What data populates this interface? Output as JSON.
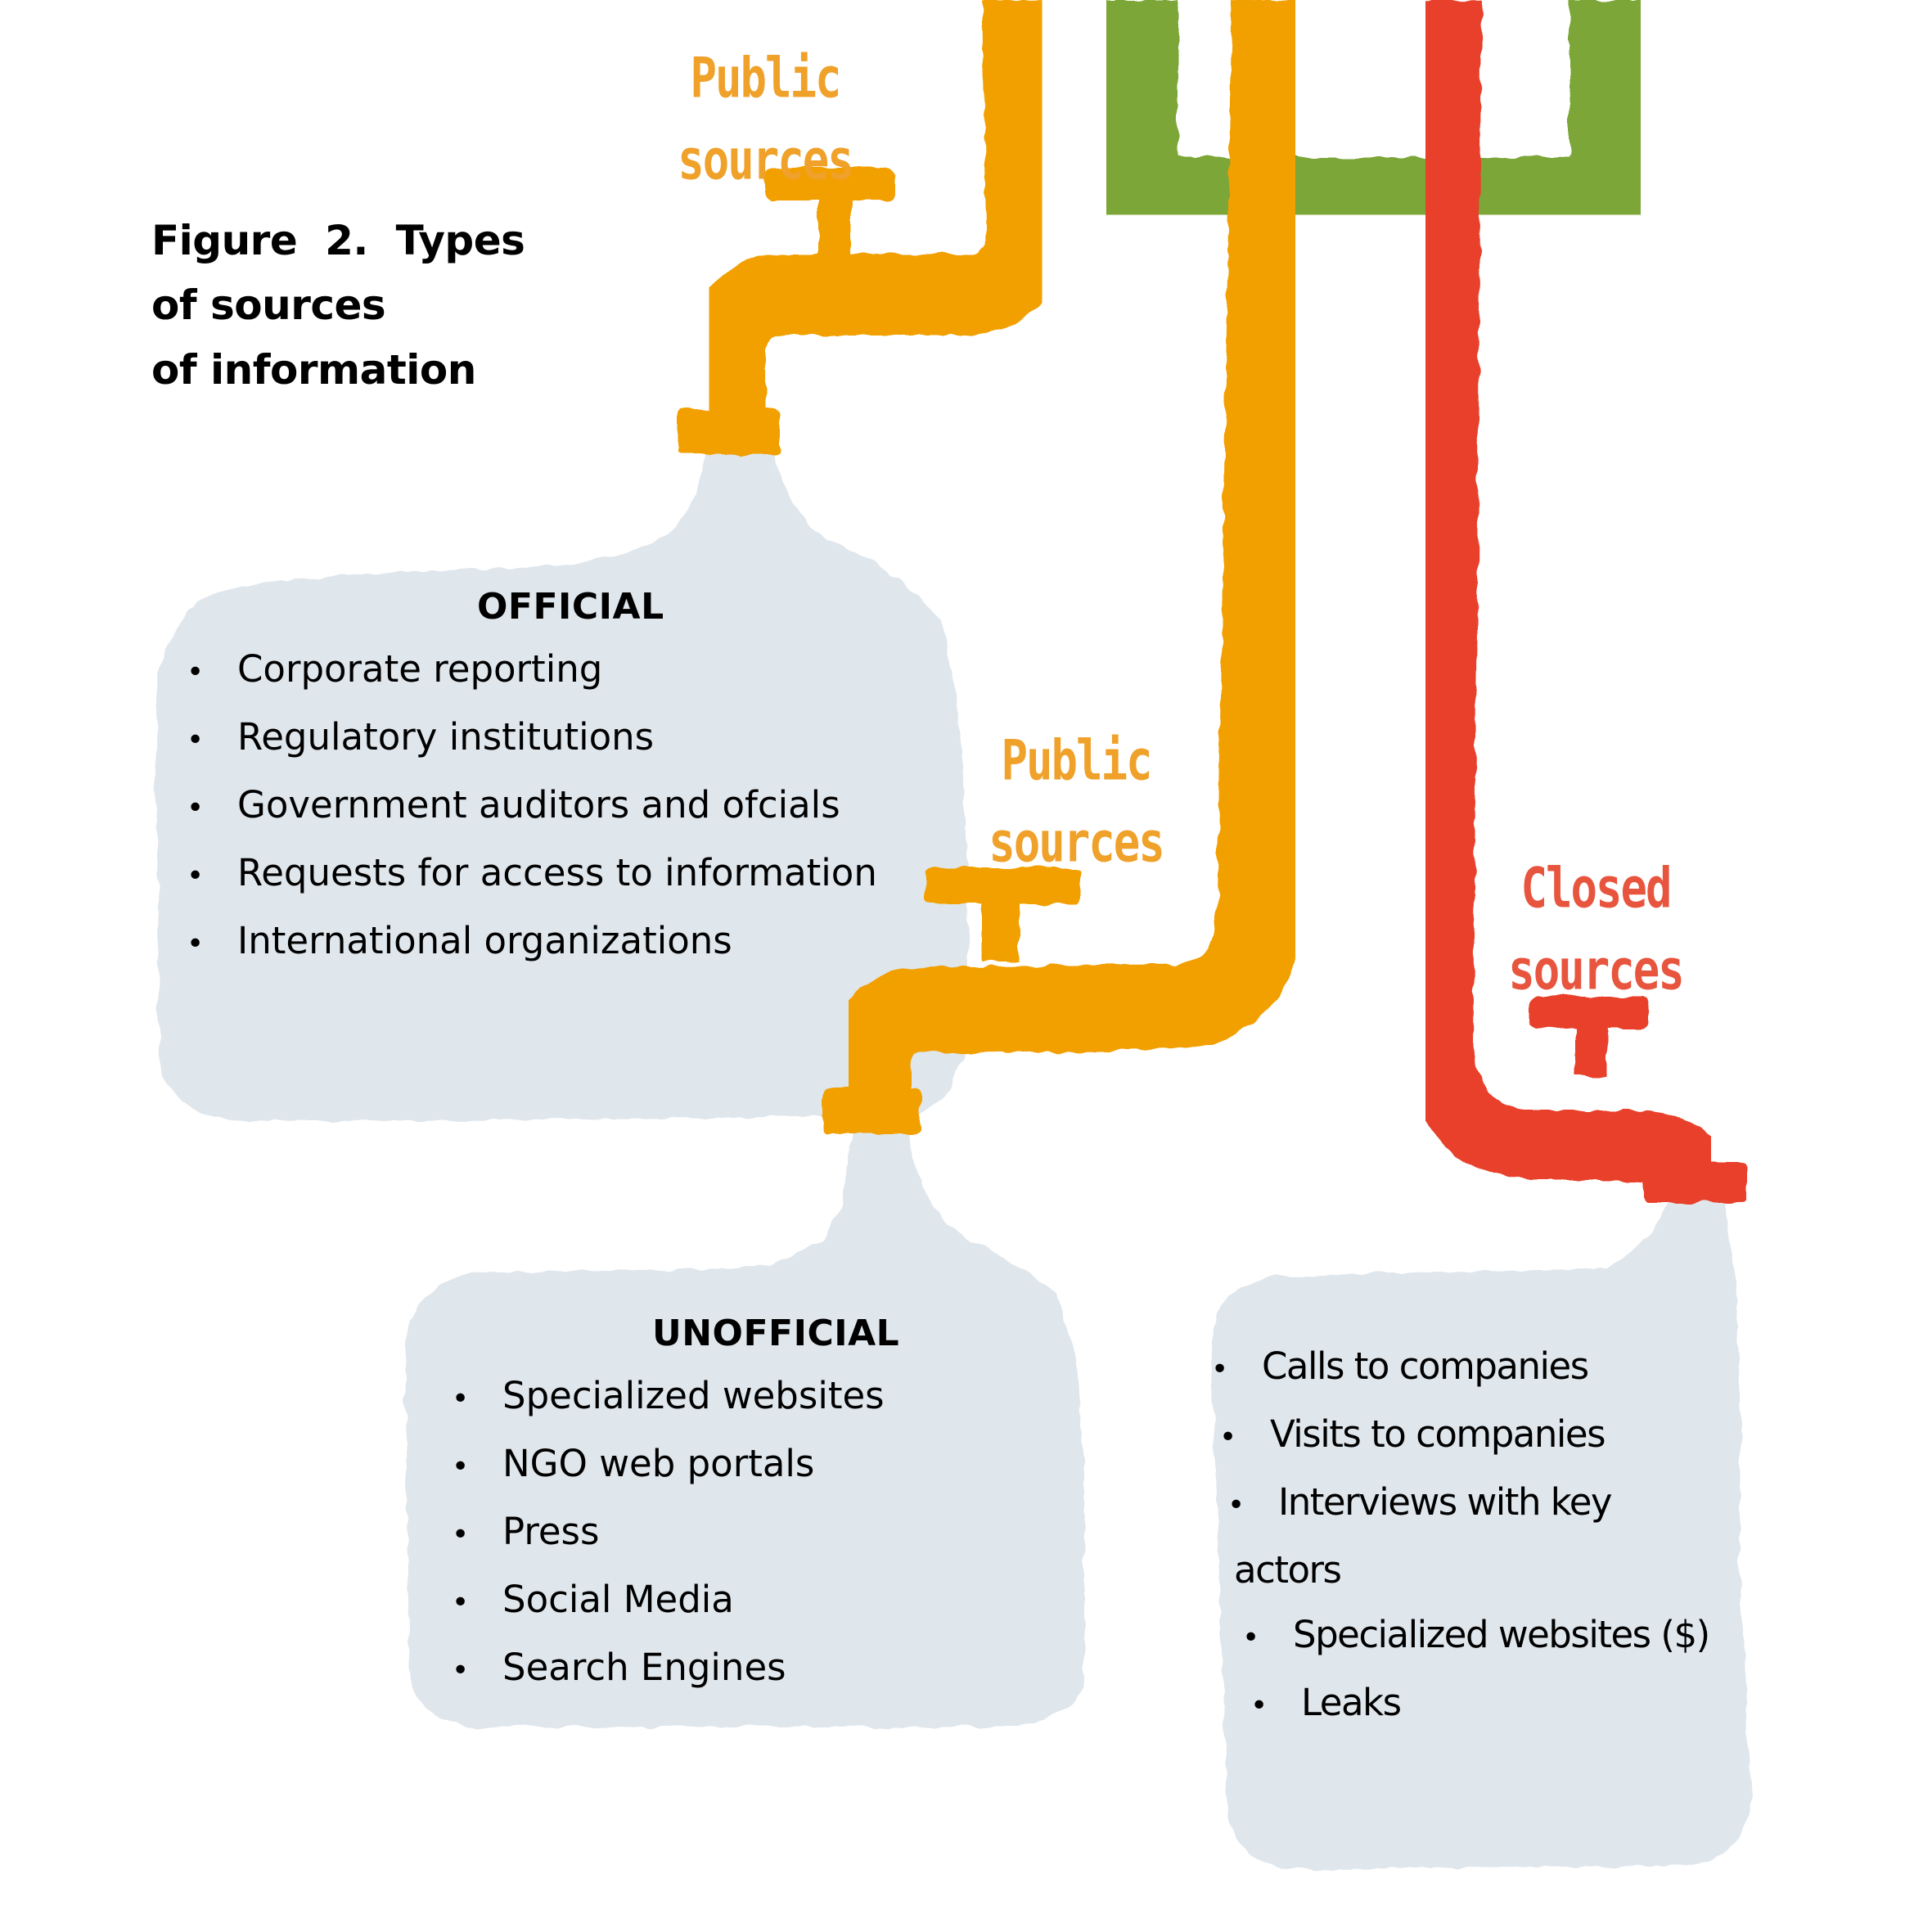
{
  "figure": {
    "title_lines": [
      "Figure  2.  Types",
      "of sources",
      "of information"
    ]
  },
  "colors": {
    "orange": "#F29F05",
    "green": "#7BA637",
    "red": "#E8402B",
    "label_orange": "#EFA12A",
    "label_red": "#E8553E",
    "water": "#DFE6EC",
    "text": "#000000"
  },
  "taps": [
    {
      "id": "public-1",
      "label_lines": [
        "Public",
        "sources"
      ],
      "color_key": "label_orange"
    },
    {
      "id": "public-2",
      "label_lines": [
        "Public",
        "sources"
      ],
      "color_key": "label_orange"
    },
    {
      "id": "closed",
      "label_lines": [
        "Closed",
        "sources"
      ],
      "color_key": "label_red"
    }
  ],
  "boxes": {
    "official": {
      "heading": "OFFICIAL",
      "bullet": "•",
      "items": [
        "Corporate reporting",
        "Regulatory institutions",
        "Government auditors and ofcials",
        "Requests for access to information",
        "International organizations"
      ]
    },
    "unofficial": {
      "heading": "UNOFFICIAL",
      "bullet": "•",
      "items": [
        "Specialized websites",
        "NGO web portals",
        "Press",
        "Social Media",
        "Search Engines"
      ]
    },
    "closed": {
      "bullet": "•",
      "items": [
        "Calls to companies",
        "Visits to companies",
        "Interviews with key",
        "actors",
        "Specialized websites ($)",
        "Leaks"
      ]
    }
  }
}
